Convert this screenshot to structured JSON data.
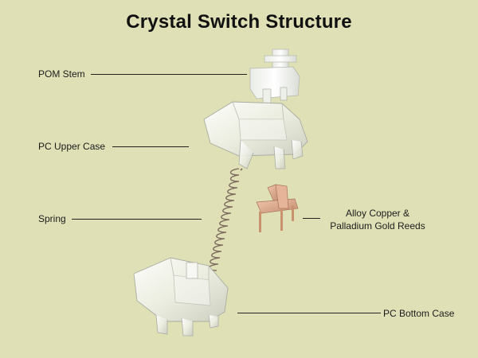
{
  "title": "Crystal Switch Structure",
  "parts": {
    "stem": "POM Stem",
    "upper_case": "PC Upper Case",
    "spring": "Spring",
    "reeds_line1": "Alloy Copper &",
    "reeds_line2": "Palladium Gold Reeds",
    "bottom_case": "PC Bottom Case"
  },
  "colors": {
    "background": "#dfe0b5",
    "reeds": "#d9a88a",
    "spring": "#7a6a5c"
  }
}
